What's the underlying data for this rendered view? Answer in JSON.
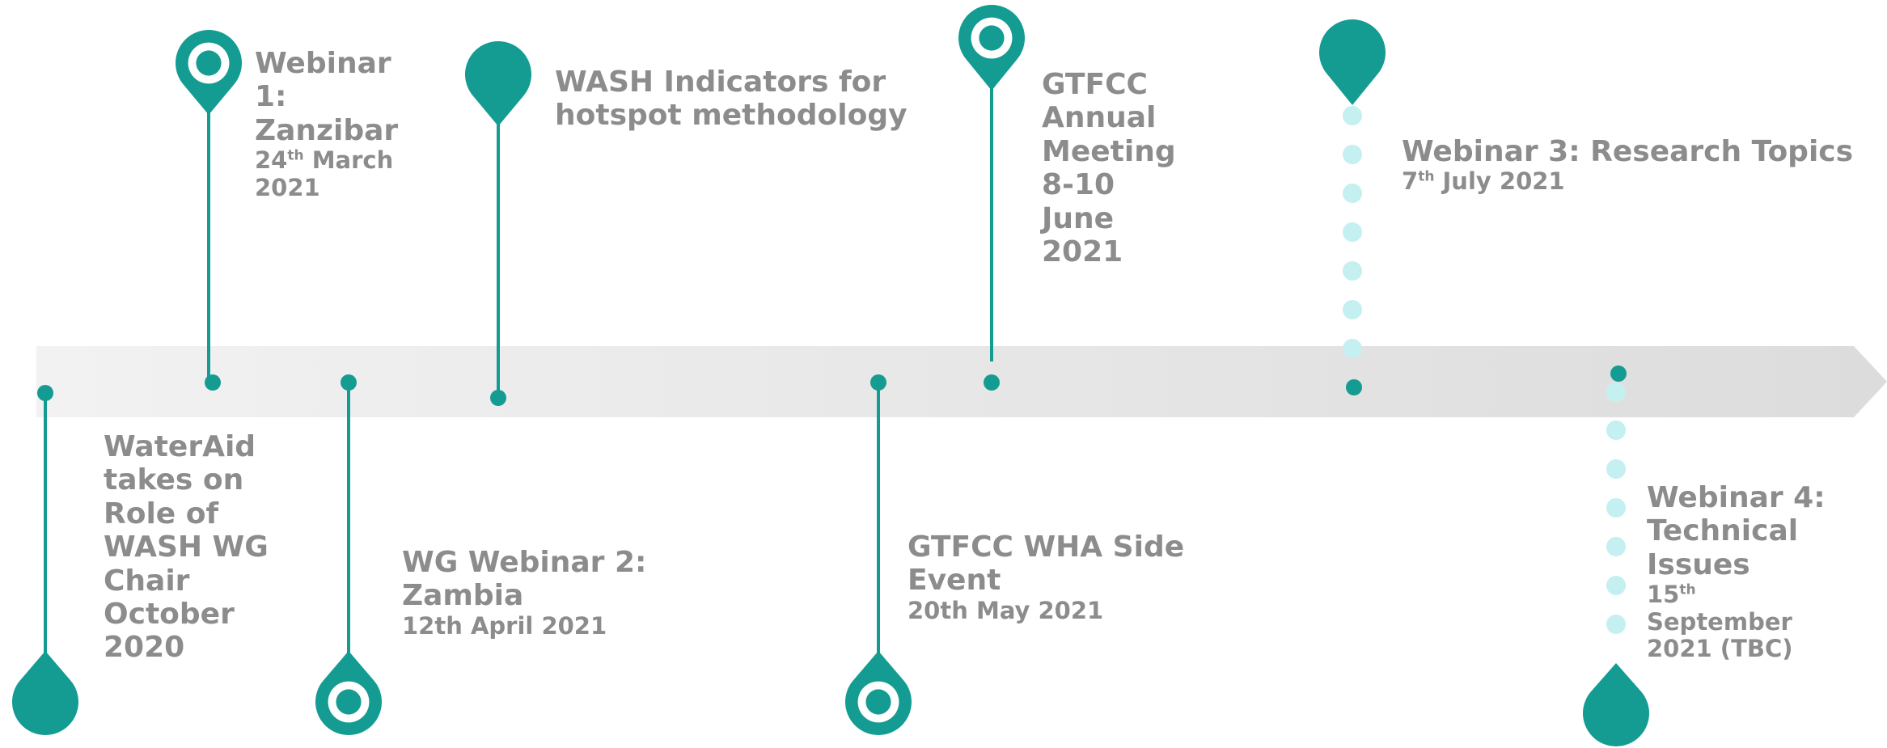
{
  "colors": {
    "teal": "#149c93",
    "light_teal_dot": "#c4f0f1",
    "arrow_light": "#f2f2f2",
    "arrow_dark": "#dcdcdc",
    "text": "#8c8c8c"
  },
  "events": [
    {
      "id": "wateraid",
      "title_lines": [
        "WaterAid",
        "takes on",
        "Role of",
        "WASH WG",
        "Chair",
        "October",
        "2020"
      ],
      "date_main": "",
      "date_sup": "",
      "date_rest": ""
    },
    {
      "id": "webinar1",
      "title_lines": [
        "Webinar",
        "1:",
        "Zanzibar"
      ],
      "date_main": "24",
      "date_sup": "th",
      "date_rest": " March",
      "date_line2": "2021"
    },
    {
      "id": "webinar2",
      "title_lines": [
        "WG Webinar 2:",
        "Zambia"
      ],
      "date_main": "12th April 2021",
      "date_sup": "",
      "date_rest": ""
    },
    {
      "id": "wash-indicators",
      "title_lines": [
        "WASH Indicators for",
        "hotspot methodology"
      ],
      "date_main": "",
      "date_sup": "",
      "date_rest": ""
    },
    {
      "id": "wha-side-event",
      "title_lines": [
        "GTFCC WHA Side",
        "Event"
      ],
      "date_main": "20th May 2021",
      "date_sup": "",
      "date_rest": ""
    },
    {
      "id": "gtfcc-annual",
      "title_lines": [
        "GTFCC",
        "Annual",
        "Meeting",
        "8-10",
        "June",
        "2021"
      ],
      "date_main": "",
      "date_sup": "",
      "date_rest": ""
    },
    {
      "id": "webinar3",
      "title_lines": [
        "Webinar 3: Research Topics"
      ],
      "date_main": "7",
      "date_sup": "th",
      "date_rest": " July 2021"
    },
    {
      "id": "webinar4",
      "title_lines": [
        "Webinar 4:",
        "Technical",
        "Issues"
      ],
      "date_main": "15",
      "date_sup": "th",
      "date_rest": "",
      "date_line2": "September",
      "date_line3": "2021 (TBC)"
    }
  ]
}
